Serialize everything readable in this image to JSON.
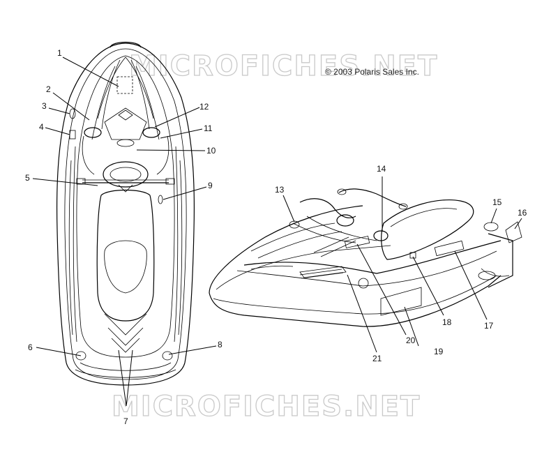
{
  "copyright": "© 2003 Polaris Sales Inc.",
  "watermark": "MICROFICHES.NET",
  "callouts": {
    "c1": "1",
    "c2": "2",
    "c3": "3",
    "c4": "4",
    "c5": "5",
    "c6": "6",
    "c7": "7",
    "c8": "8",
    "c9": "9",
    "c10": "10",
    "c11": "11",
    "c12": "12",
    "c13": "13",
    "c14": "14",
    "c15": "15",
    "c16": "16",
    "c17": "17",
    "c18": "18",
    "c19": "19",
    "c20": "20",
    "c21": "21"
  }
}
